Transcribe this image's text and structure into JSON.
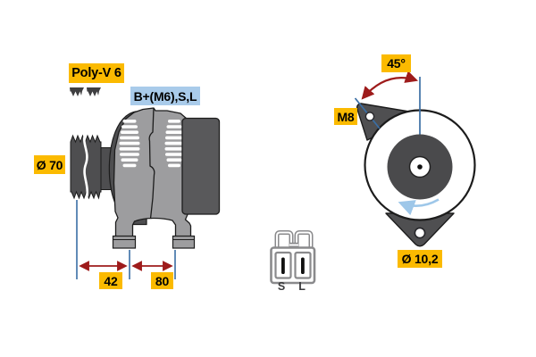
{
  "page": {
    "background": "#ffffff"
  },
  "diagram": {
    "type": "alternator-technical-drawing",
    "side_view": {
      "belt_type_label": "Poly-V 6",
      "belt_profile_icon": "poly-v-belt-profile-icon",
      "terminal_label": "B+(M6),S,L",
      "pulley_diameter_label": "Ø 70",
      "dimension_42": "42",
      "dimension_80": "80"
    },
    "rear_view": {
      "angle_label": "45°",
      "thread_label": "M8",
      "hole_diameter_label": "Ø 10,2",
      "rotation_arrow_icon": "counter-clockwise-rotation-arrow-icon"
    },
    "connector": {
      "pin_left_label": "S",
      "pin_right_label": "L"
    },
    "colors": {
      "label_yellow_bg": "#FBBA00",
      "label_blue_bg": "#A9CBEA",
      "dimension_blue": "#3A6EA5",
      "dimension_red": "#9E1B1B",
      "rotation_arrow_blue": "#9EC7E9",
      "part_dark_gray": "#4E4E50",
      "part_light_gray": "#9D9D9F",
      "rear_block_gray": "#59595B",
      "outline_black": "#1C1C1C",
      "connector_gray": "#8A8A8C",
      "canvas_white": "#FFFFFF"
    }
  }
}
